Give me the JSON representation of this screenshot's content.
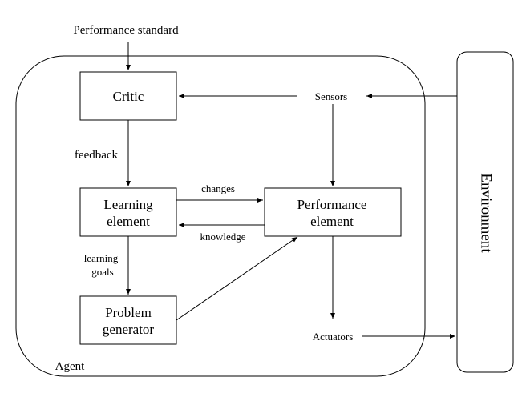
{
  "diagram": {
    "performance_standard": "Performance standard",
    "agent_label": "Agent",
    "environment_label": "Environment",
    "critic": "Critic",
    "sensors": "Sensors",
    "feedback": "feedback",
    "learning_element": [
      "Learning",
      "element"
    ],
    "performance_element": [
      "Performance",
      "element"
    ],
    "changes": "changes",
    "knowledge": "knowledge",
    "learning_goals": [
      "learning",
      "goals"
    ],
    "problem_generator": [
      "Problem",
      "generator"
    ],
    "actuators": "Actuators"
  }
}
